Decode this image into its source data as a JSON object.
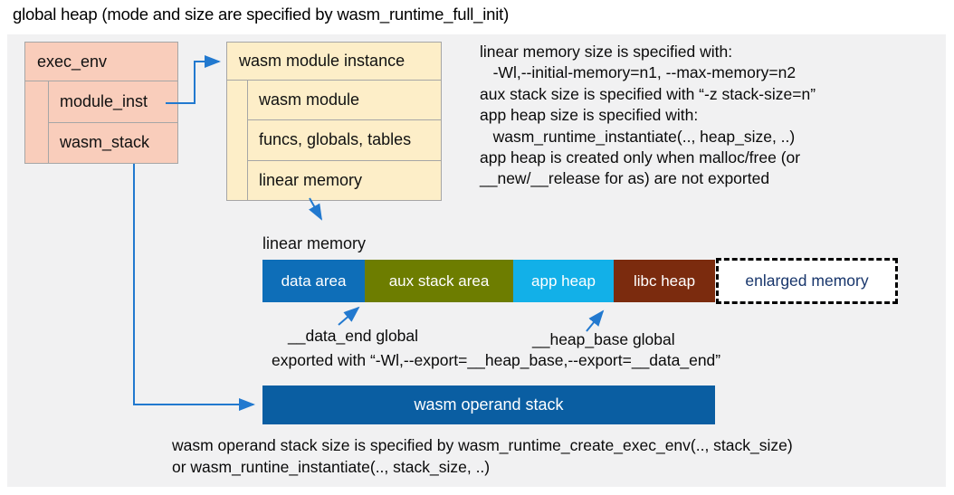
{
  "title": "global heap (mode and size are specified by wasm_runtime_full_init)",
  "exec_env": {
    "header": "exec_env",
    "rows": [
      "module_inst",
      "wasm_stack"
    ]
  },
  "module_instance": {
    "header": "wasm module instance",
    "rows": [
      "wasm module",
      "funcs, globals, tables",
      "linear memory"
    ]
  },
  "notes": "linear memory size is specified with:\n   -Wl,--initial-memory=n1, --max-memory=n2\naux stack size is specified with “-z stack-size=n”\napp heap size is specified with:\n   wasm_runtime_instantiate(.., heap_size, ..)\napp heap is created only when malloc/free (or\n__new/__release for as) are not exported",
  "linear_memory": {
    "caption": "linear memory",
    "segments": [
      {
        "label": "data area",
        "color": "#0e6eb8"
      },
      {
        "label": "aux stack area",
        "color": "#6d7d00"
      },
      {
        "label": "app heap",
        "color": "#12b0e8"
      },
      {
        "label": "libc heap",
        "color": "#7b2b0e"
      }
    ],
    "enlarged": {
      "label": "enlarged memory",
      "text_color": "#17356b"
    }
  },
  "annotations": {
    "data_end": "__data_end global",
    "heap_base": "__heap_base global",
    "exported": "exported with “-Wl,--export=__heap_base,--export=__data_end”"
  },
  "operand_stack": {
    "label": "wasm operand stack",
    "color": "#0a5ea2"
  },
  "footer": "wasm operand stack size is specified by wasm_runtime_create_exec_env(.., stack_size)\nor wasm_runtine_instantiate(.., stack_size, ..)",
  "colors": {
    "exec_env_fill": "#f9cdbb",
    "instance_fill": "#fdeec8",
    "panel_bg": "#f1f1f2",
    "border_gray": "#a6a6a6",
    "arrow_blue": "#2279cf"
  }
}
